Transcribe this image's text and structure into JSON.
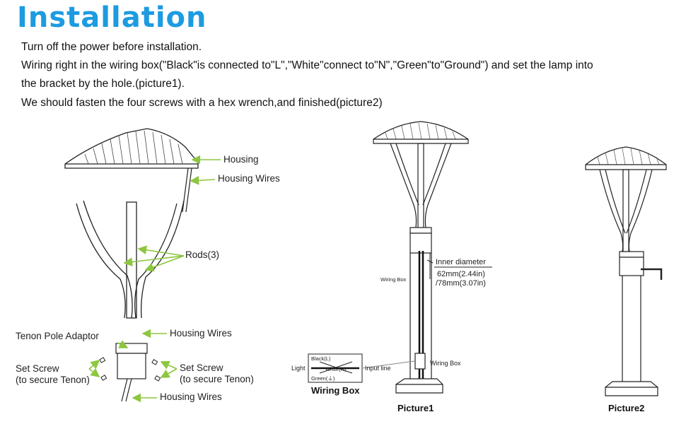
{
  "title": "Installation",
  "instructions": [
    "Turn off the power before installation.",
    "Wiring right in the wiring box(\"Black\"is connected to\"L\",\"White\"connect to\"N\",\"Green\"to\"Ground\") and set the lamp into",
    "the bracket by the hole.(picture1).",
    "We should fasten the four screws with a hex wrench,and finished(picture2)"
  ],
  "exploded": {
    "housing": "Housing",
    "housing_wires_top": "Housing Wires",
    "rods": "Rods(3)",
    "housing_wires_mid": "Housing Wires",
    "tenon_adaptor": "Tenon Pole Adaptor",
    "set_screw_left_1": "Set Screw",
    "set_screw_left_2": "(to secure Tenon)",
    "set_screw_right_1": "Set Screw",
    "set_screw_right_2": "(to secure Tenon)",
    "housing_wires_bottom": "Housing Wires"
  },
  "picture1": {
    "inner_diameter": "Inner diameter",
    "dim1": "62mm(2.44in)",
    "dim2": "/78mm(3.07in)",
    "wiring_box_side": "Wiring Box",
    "wiring_box_right": "Wiring Box",
    "light": "Light",
    "black_l": "Black(L)",
    "white_n": "White(N)",
    "green_g": "Green(⏚)",
    "input_line": "Input line",
    "wiring_box_caption": "Wiring Box",
    "caption": "Picture1"
  },
  "picture2": {
    "caption": "Picture2"
  },
  "colors": {
    "title": "#1d9be0",
    "arrow": "#8dc63f",
    "line": "#222222"
  }
}
